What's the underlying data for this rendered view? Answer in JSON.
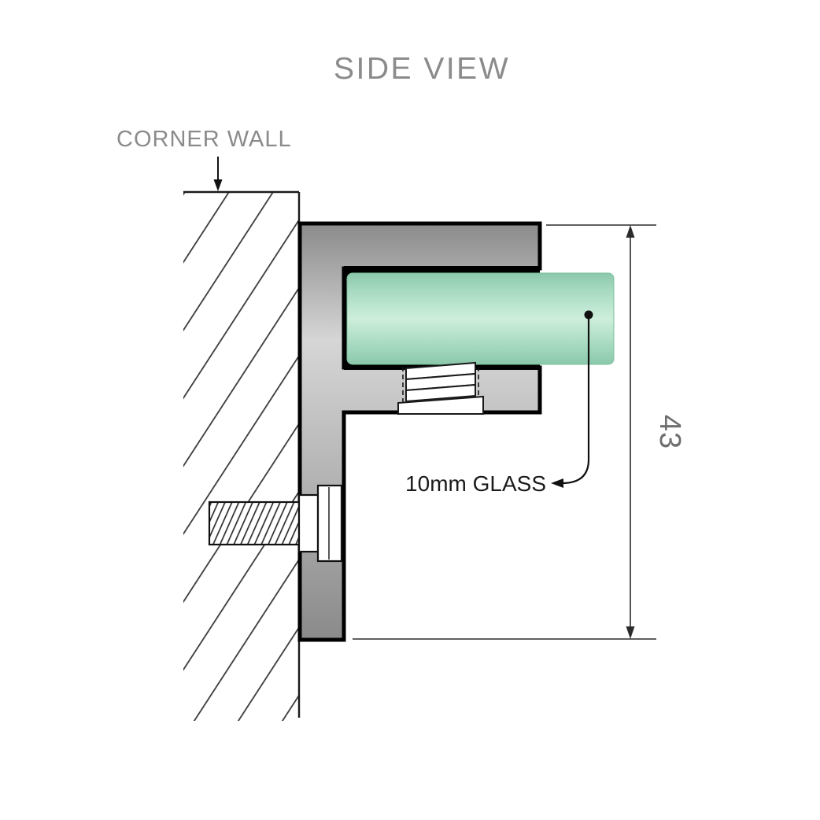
{
  "diagram": {
    "title": "SIDE VIEW",
    "labels": {
      "wall": "CORNER WALL",
      "glass": "10mm GLASS"
    },
    "dimensions": {
      "bracket_height": "43"
    },
    "colors": {
      "label_gray": "#8b8b8b",
      "dim_gray": "#6f6f6f",
      "outline": "#111111",
      "glass_light": "#cdeeda",
      "glass_mid": "#a5d9bf",
      "glass_dark": "#8cc8ab",
      "bracket_light": "#d6d6d6",
      "bracket_mid": "#b5b5b5",
      "bracket_dark": "#8a8a8a"
    }
  }
}
